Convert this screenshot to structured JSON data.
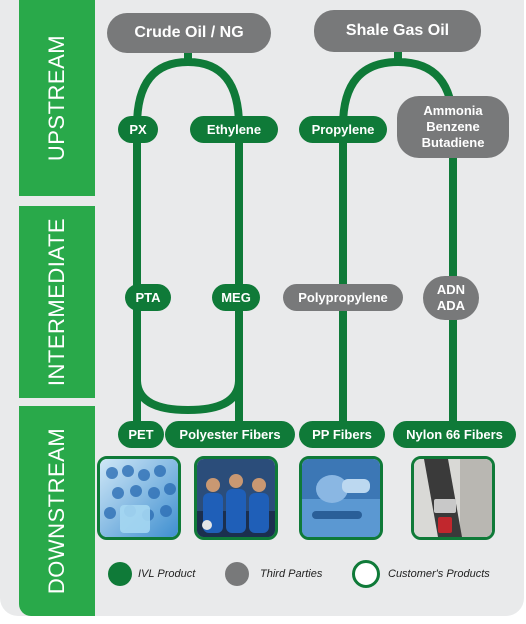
{
  "bands": [
    {
      "label": "UPSTREAM"
    },
    {
      "label": "INTERMEDIATE"
    },
    {
      "label": "DOWNSTREAM"
    }
  ],
  "sources": {
    "crude": "Crude Oil / NG",
    "shale": "Shale Gas Oil"
  },
  "upstream": {
    "px": "PX",
    "ethylene": "Ethylene",
    "propylene": "Propylene",
    "chem1": "Ammonia",
    "chem2": "Benzene",
    "chem3": "Butadiene"
  },
  "intermediate": {
    "pta": "PTA",
    "meg": "MEG",
    "polypropylene": "Polypropylene",
    "adn": "ADN",
    "ada": "ADA"
  },
  "downstream": {
    "pet": "PET",
    "polyester": "Polyester Fibers",
    "pp": "PP Fibers",
    "nylon": "Nylon 66 Fibers"
  },
  "legend": {
    "ivl": "IVL Product",
    "third": "Third Parties",
    "customer": "Customer's Products"
  },
  "colors": {
    "band": "#29a94a",
    "ivl_green": "#0f7a38",
    "third_grey": "#78797a",
    "panel": "#e9eaeb"
  },
  "photo_icons": [
    "bottles-photo",
    "athletes-photo",
    "medical-photo",
    "seatbelt-photo"
  ]
}
